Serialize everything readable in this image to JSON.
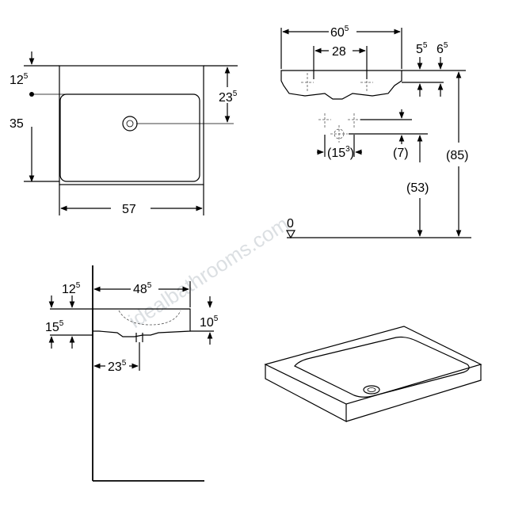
{
  "watermark": "idealbathrooms.com",
  "top_view": {
    "left_small": {
      "base": "12",
      "sup": "5"
    },
    "left_large": "35",
    "right": {
      "base": "23",
      "sup": "5"
    },
    "bottom": "57"
  },
  "side_view": {
    "top_width": {
      "base": "60",
      "sup": "5"
    },
    "inner_width": "28",
    "right_a": {
      "base": "5",
      "sup": "5"
    },
    "right_b": {
      "base": "6",
      "sup": "5"
    },
    "offset": {
      "base": "(15",
      "sup": "3",
      "tail": ")"
    },
    "drop": "(7)",
    "height_mid": "(53)",
    "height_total": "(85)",
    "floor": "0"
  },
  "section_view": {
    "left_top": {
      "base": "12",
      "sup": "5"
    },
    "depth": {
      "base": "48",
      "sup": "5"
    },
    "left_mid": {
      "base": "15",
      "sup": "5"
    },
    "right_mid": {
      "base": "10",
      "sup": "5"
    },
    "bottom": {
      "base": "23",
      "sup": "5"
    }
  }
}
